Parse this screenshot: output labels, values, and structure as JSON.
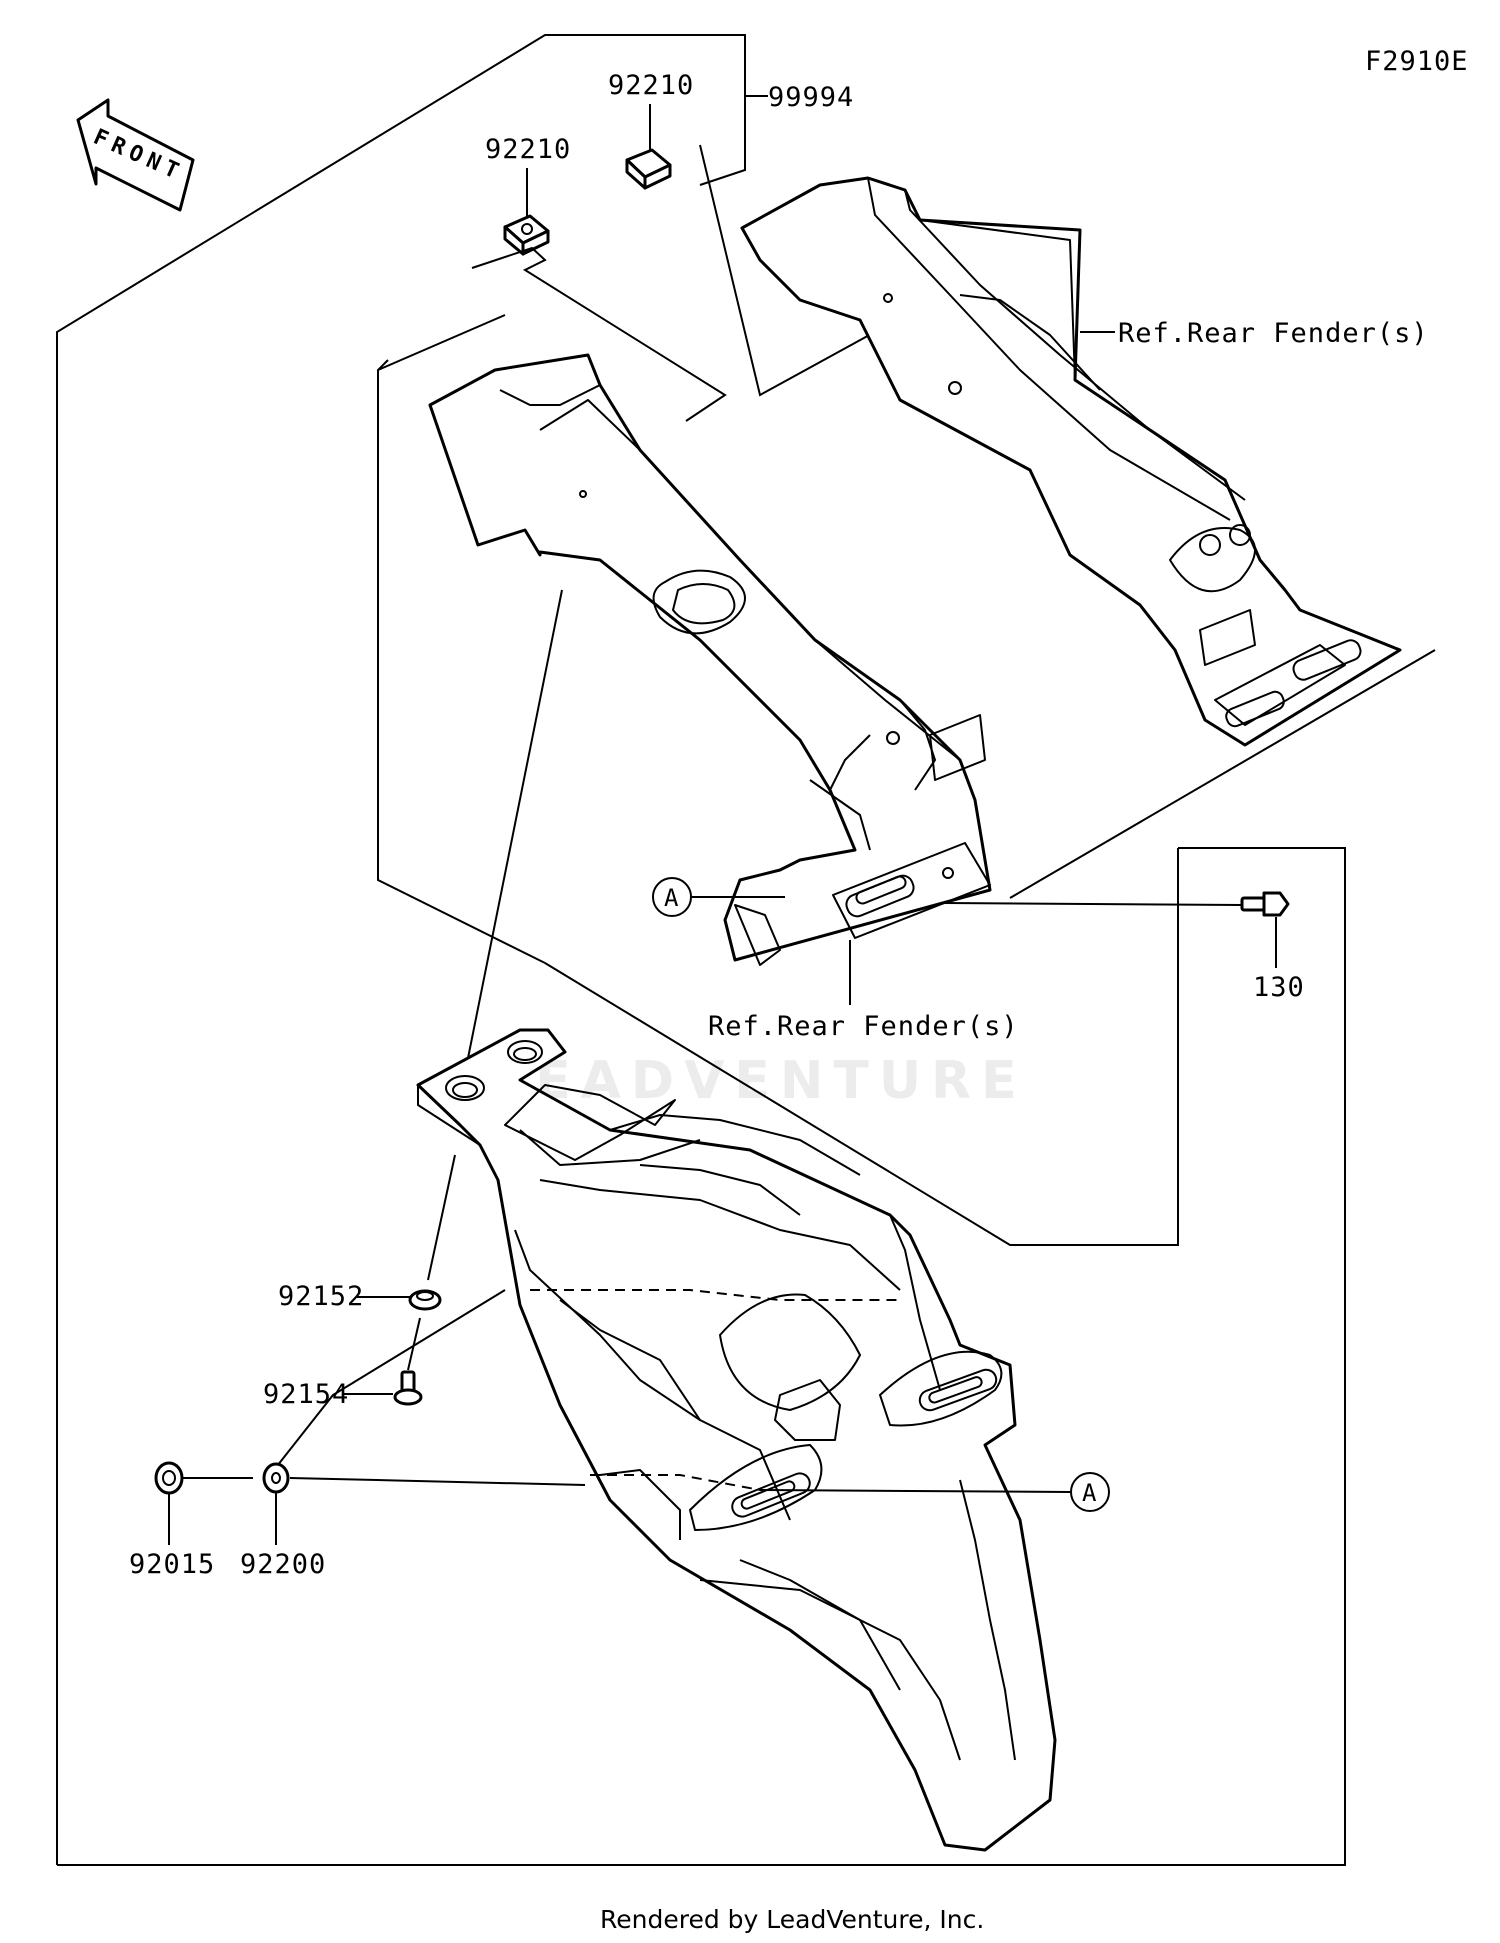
{
  "diagram": {
    "code": "F2910E",
    "front_label": "FRONT",
    "watermark": "LEADVENTURE",
    "footer": "Rendered by LeadVenture, Inc.",
    "parts": {
      "p99994": "99994",
      "p92210_a": "92210",
      "p92210_b": "92210",
      "ref_rear_fender_upper": "Ref.Rear Fender(s)",
      "ref_rear_fender_lower": "Ref.Rear Fender(s)",
      "p130": "130",
      "p92152": "92152",
      "p92154": "92154",
      "p92015": "92015",
      "p92200": "92200"
    },
    "callouts": {
      "a_upper": "A",
      "a_lower": "A"
    }
  }
}
